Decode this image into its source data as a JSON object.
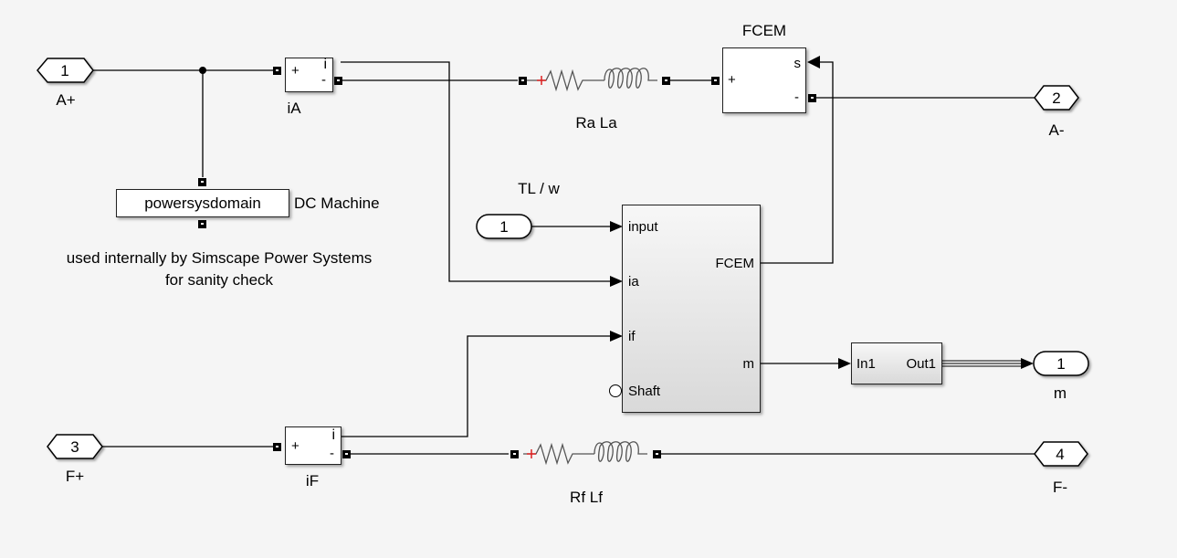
{
  "diagram": {
    "type": "simulink-subsystem",
    "ports": {
      "a_plus": {
        "number": "1",
        "label": "A+"
      },
      "a_minus": {
        "number": "2",
        "label": "A-"
      },
      "f_plus": {
        "number": "3",
        "label": "F+"
      },
      "f_minus": {
        "number": "4",
        "label": "F-"
      },
      "inport_tl": {
        "number": "1",
        "label": "TL / w"
      },
      "outport_m": {
        "number": "1",
        "label": "m"
      }
    },
    "blocks": {
      "ia_sensor": {
        "name": "iA",
        "plus": "+",
        "minus": "-",
        "out": "i"
      },
      "if_sensor": {
        "name": "iF",
        "plus": "+",
        "minus": "-",
        "out": "i"
      },
      "ra_la": {
        "name": "Ra La",
        "plus_marker": "+"
      },
      "rf_lf": {
        "name": "Rf Lf",
        "plus_marker": "+"
      },
      "fcem": {
        "name": "FCEM",
        "plus": "+",
        "minus": "-",
        "signal": "s"
      },
      "powersysdomain": {
        "text": "powersysdomain",
        "name": "DC Machine"
      },
      "mechanics": {
        "inputs": [
          "input",
          "ia",
          "if"
        ],
        "conserving": "Shaft",
        "outputs": [
          "FCEM",
          "m"
        ]
      },
      "bus_block": {
        "in": "In1",
        "out": "Out1"
      }
    },
    "annotation": {
      "line1": "used internally by Simscape Power Systems",
      "line2": "for sanity check"
    }
  }
}
